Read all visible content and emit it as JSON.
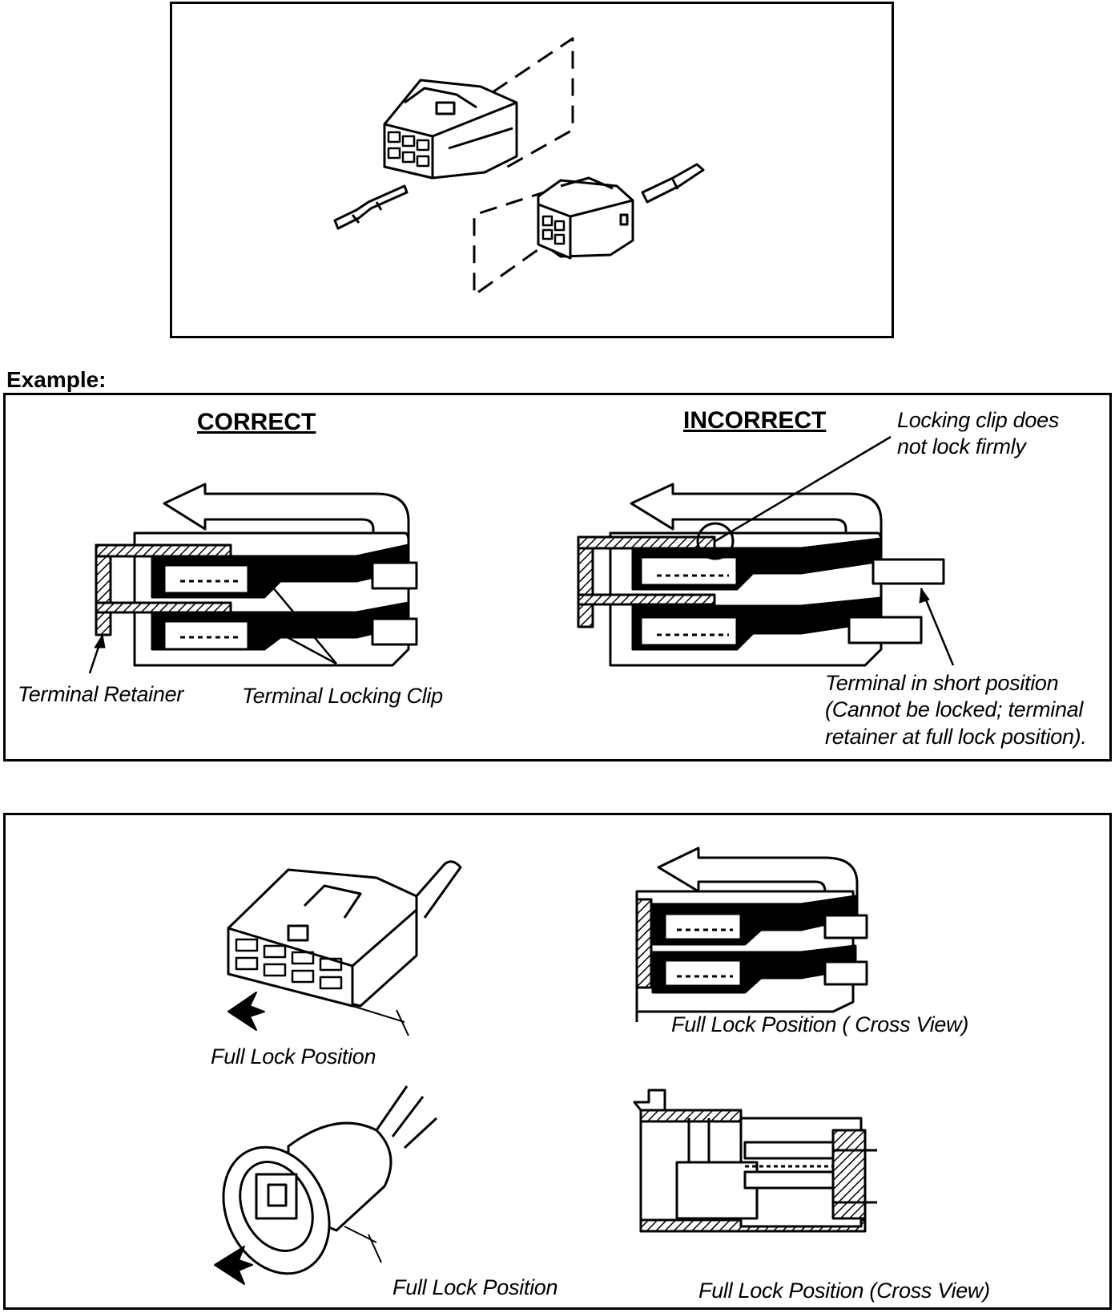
{
  "section_label": "Example:",
  "example_panel": {
    "correct": {
      "heading": "CORRECT",
      "label_retainer": "Terminal Retainer",
      "label_clip": "Terminal Locking Clip"
    },
    "incorrect": {
      "heading": "INCORRECT",
      "clip_note": [
        "Locking clip does",
        "not lock firmly"
      ],
      "short_note": [
        "Terminal in short position",
        "(Cannot be locked; terminal",
        "retainer at full lock position)."
      ]
    }
  },
  "lock_panel": {
    "top_left_caption": "Full Lock Position",
    "top_right_caption": "Full Lock Position ( Cross View)",
    "bottom_left_caption": "Full Lock Position",
    "bottom_right_caption": "Full Lock Position (Cross View)"
  }
}
